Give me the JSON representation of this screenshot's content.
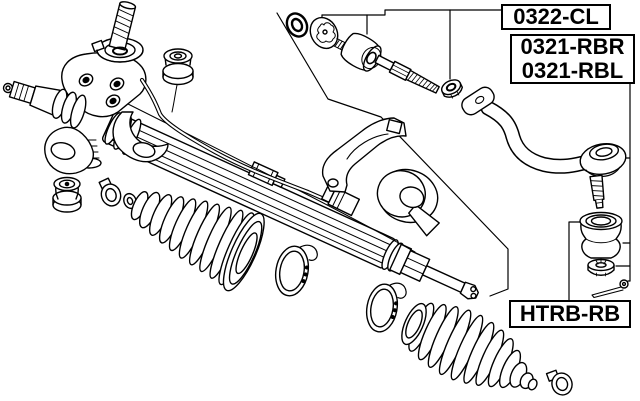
{
  "diagram": {
    "type": "exploded-parts-diagram",
    "subject": "steering-rack-and-tie-rod-assembly",
    "background_color": "#ffffff",
    "line_color": "#000000",
    "label_border_color": "#000000",
    "part_labels": [
      {
        "text": "0322-CL",
        "position": "top-right"
      },
      {
        "text": "0321-RBR",
        "position": "right"
      },
      {
        "text": "0321-RBL",
        "position": "right"
      },
      {
        "text": "HTRB-RB",
        "position": "bottom-right"
      }
    ]
  }
}
